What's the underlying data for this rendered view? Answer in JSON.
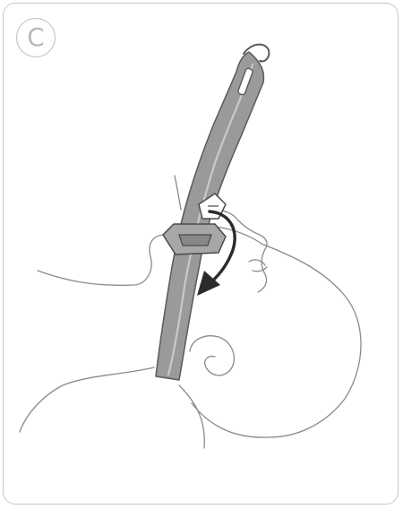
{
  "step": {
    "letter": "C"
  },
  "colors": {
    "outline": "#bdbdbd",
    "line_art": "#8a8a8a",
    "strap_fill": "#9a9a9a",
    "strap_edge": "#5a5a5a",
    "arrow": "#2b2b2b",
    "clip": "#ffffff"
  },
  "icons": [
    "step-letter-badge",
    "infant-head-illustration",
    "strap",
    "buckle",
    "rotation-arrow"
  ]
}
